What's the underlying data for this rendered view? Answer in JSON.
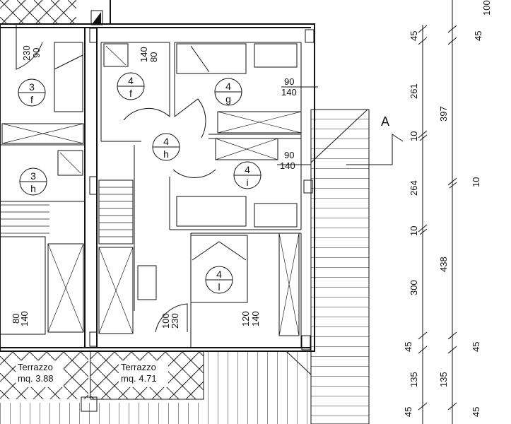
{
  "rooms": [
    {
      "floor": "3",
      "id": "f"
    },
    {
      "floor": "4",
      "id": "f"
    },
    {
      "floor": "4",
      "id": "g"
    },
    {
      "floor": "4",
      "id": "h"
    },
    {
      "floor": "3",
      "id": "h"
    },
    {
      "floor": "4",
      "id": "i"
    },
    {
      "floor": "4",
      "id": "l"
    }
  ],
  "openings": [
    {
      "width": "90",
      "height": "230"
    },
    {
      "width": "80",
      "height": "140"
    },
    {
      "width": "90",
      "height": "140"
    },
    {
      "width": "90",
      "height": "140"
    },
    {
      "width": "80",
      "height": "140"
    },
    {
      "width": "100",
      "height": "230"
    },
    {
      "width": "120",
      "height": "140"
    }
  ],
  "terraces": [
    {
      "label": "Terrazzo",
      "area": "mq.  3.88"
    },
    {
      "label": "Terrazzo",
      "area": "mq.  4.71"
    }
  ],
  "section_marker": "A",
  "dimensions_inner": [
    "45",
    "261",
    "10",
    "264",
    "10",
    "300",
    "45",
    "135",
    "45"
  ],
  "dimensions_outer": [
    "100",
    "45",
    "397",
    "10",
    "438",
    "45",
    "135",
    "45"
  ]
}
